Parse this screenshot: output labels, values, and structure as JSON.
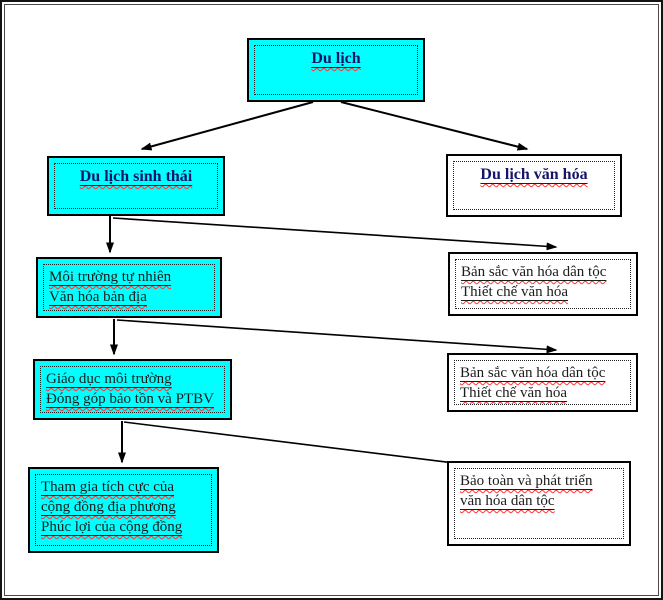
{
  "diagram": {
    "title_node": {
      "label": "Du lịch"
    },
    "nodes": {
      "root": {
        "label": "Du lịch"
      },
      "eco": {
        "label": "Du lịch sinh thái"
      },
      "culture": {
        "label": "Du lịch văn hóa"
      },
      "eco_level1": {
        "lines": [
          "Môi trường tự nhiên",
          "Văn hóa bản địa"
        ]
      },
      "cul_level1": {
        "lines": [
          "Bản sắc văn hóa dân tộc",
          "Thiết chế văn hóa"
        ]
      },
      "eco_level2": {
        "lines": [
          "Giáo dục môi trường",
          "Đóng góp bảo tồn và PTBV"
        ]
      },
      "cul_level2": {
        "lines": [
          "Bản sắc văn hóa dân tộc",
          "Thiết chế văn hóa"
        ]
      },
      "eco_level3": {
        "lines": [
          "Tham gia tích cực của",
          "cộng đồng địa phương",
          "Phúc lợi của cộng đồng"
        ]
      },
      "cul_level3": {
        "lines": [
          "Bảo toàn và phát triển",
          "văn hóa dân tộc"
        ]
      }
    },
    "colors": {
      "eco_fill": "#00ffff",
      "culture_fill": "#ffffff",
      "border": "#000000",
      "header_text": "#14146b",
      "body_text": "#1c1c1c",
      "spellcheck_underline": "#ff3333"
    }
  }
}
